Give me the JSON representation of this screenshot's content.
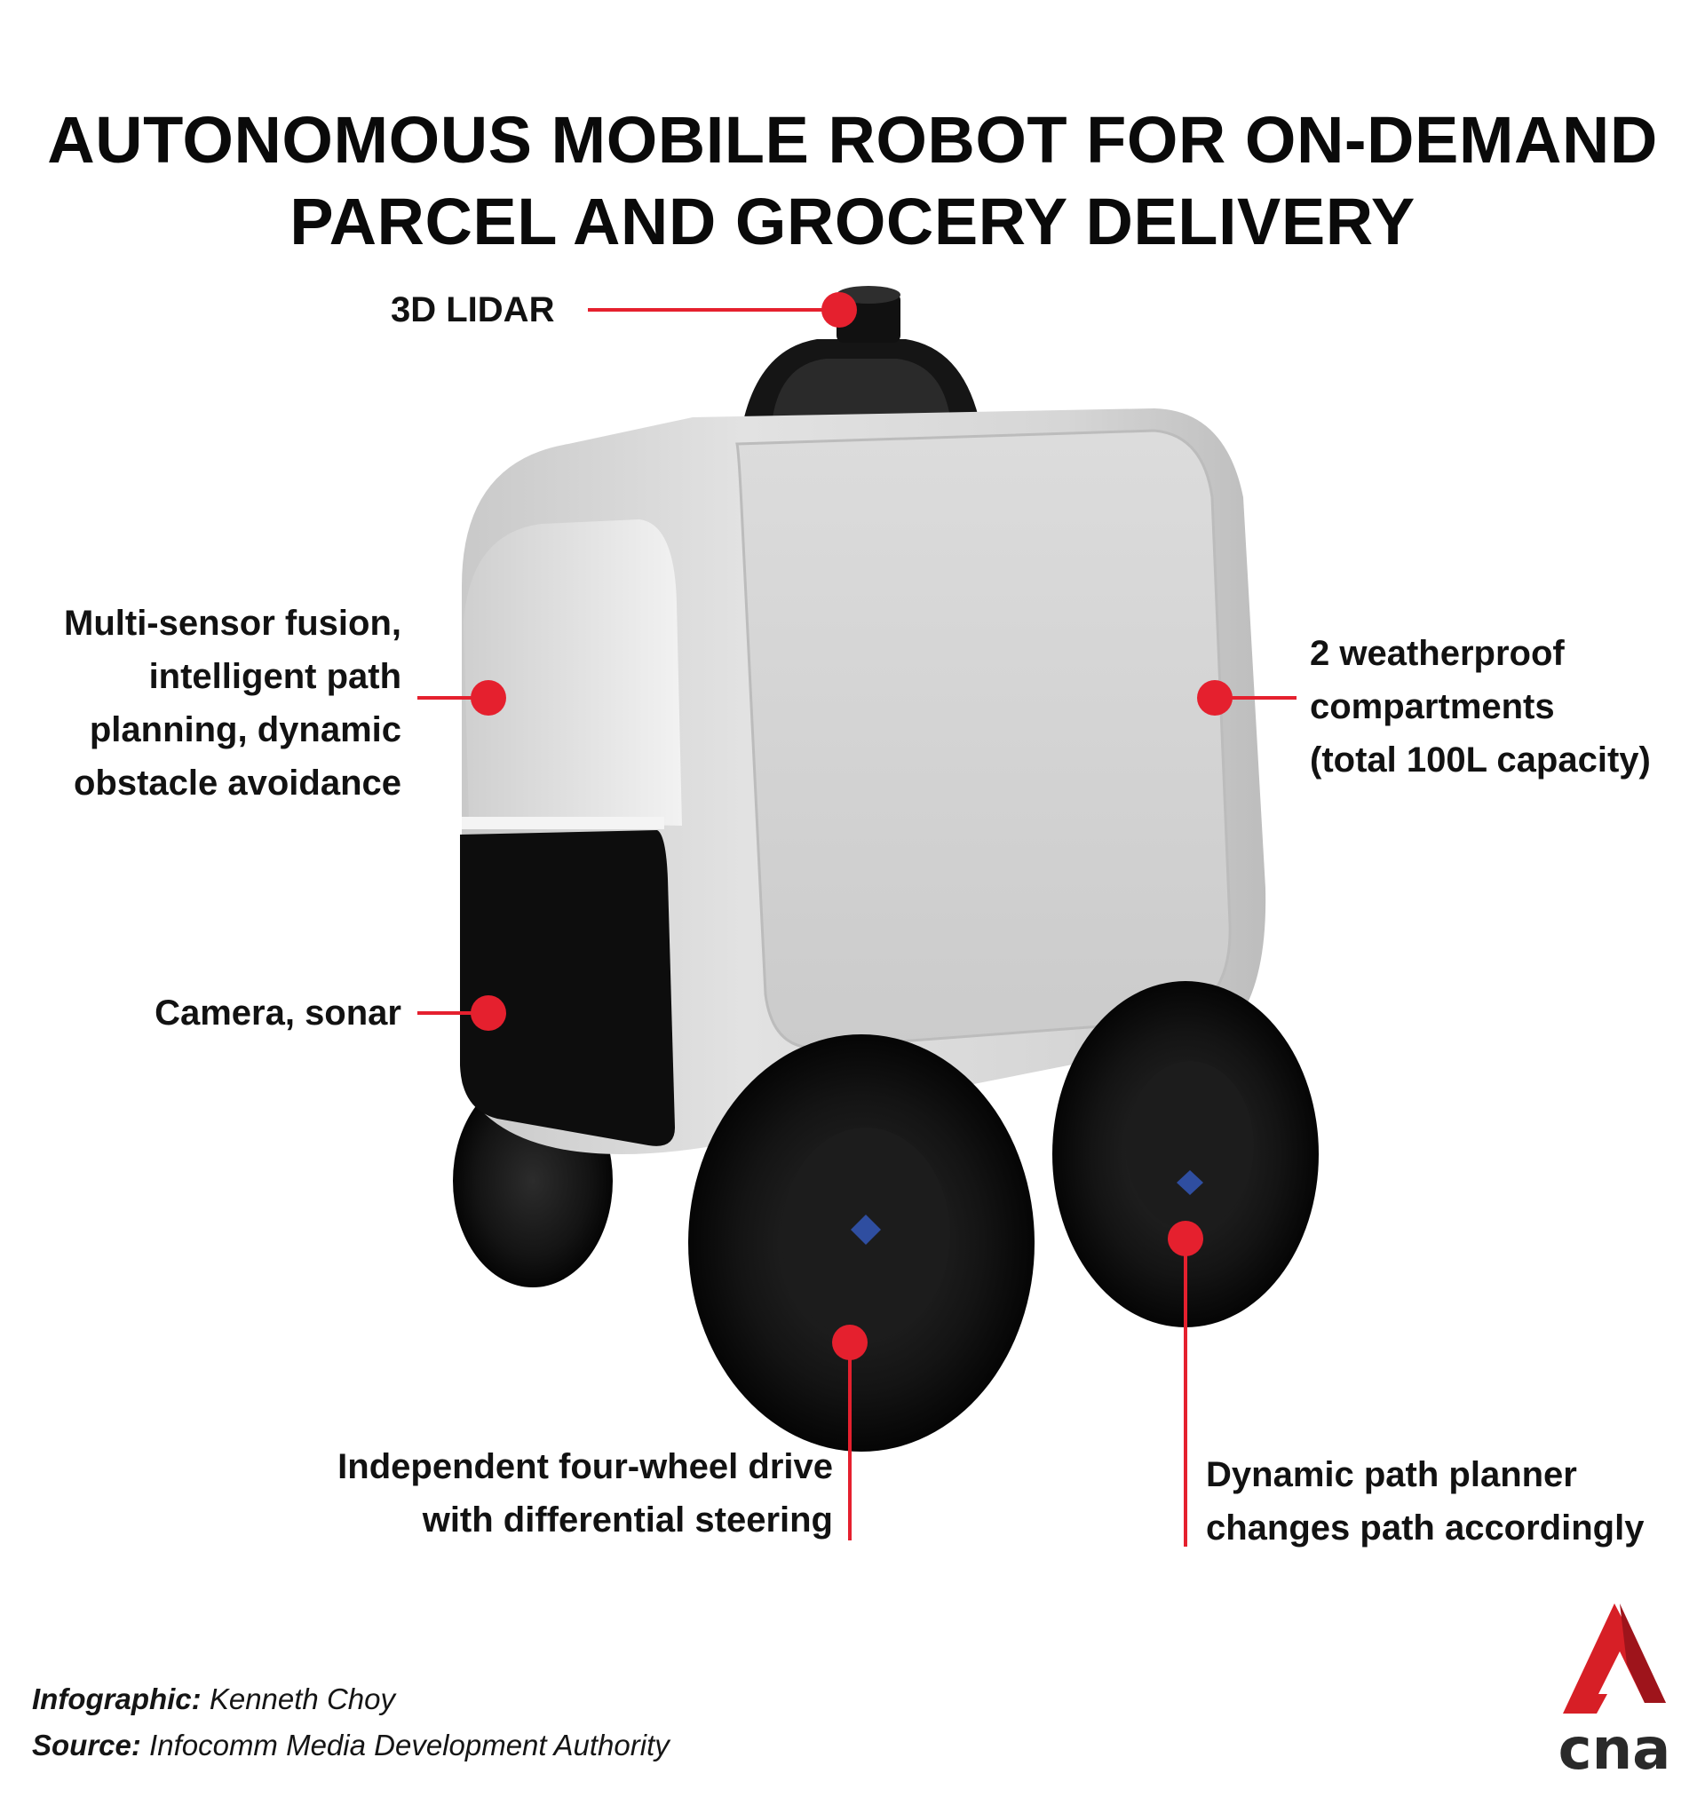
{
  "title": {
    "line1": "AUTONOMOUS MOBILE ROBOT FOR ON-DEMAND",
    "line2": "PARCEL AND GROCERY DELIVERY"
  },
  "callouts": {
    "lidar": {
      "text": "3D LIDAR"
    },
    "sensor_fusion": {
      "lines": [
        "Multi-sensor fusion,",
        "intelligent path",
        "planning, dynamic",
        "obstacle avoidance"
      ]
    },
    "camera": {
      "text": "Camera, sonar"
    },
    "compartments": {
      "lines": [
        "2 weatherproof",
        "compartments",
        "(total 100L capacity)"
      ]
    },
    "drive": {
      "lines": [
        "Independent four-wheel drive",
        "with differential steering"
      ]
    },
    "planner": {
      "lines": [
        "Dynamic path planner",
        "changes path accordingly"
      ]
    }
  },
  "credits": {
    "infographic_label": "Infographic:",
    "infographic_value": "Kenneth Choy",
    "source_label": "Source:",
    "source_value": "Infocomm Media Development Authority"
  },
  "logo": {
    "text": "cna"
  },
  "colors": {
    "accent": "#e5202e",
    "logo_red": "#d71f26",
    "text": "#111111",
    "body_light": "#d9d9d9",
    "tire": "#151515"
  }
}
